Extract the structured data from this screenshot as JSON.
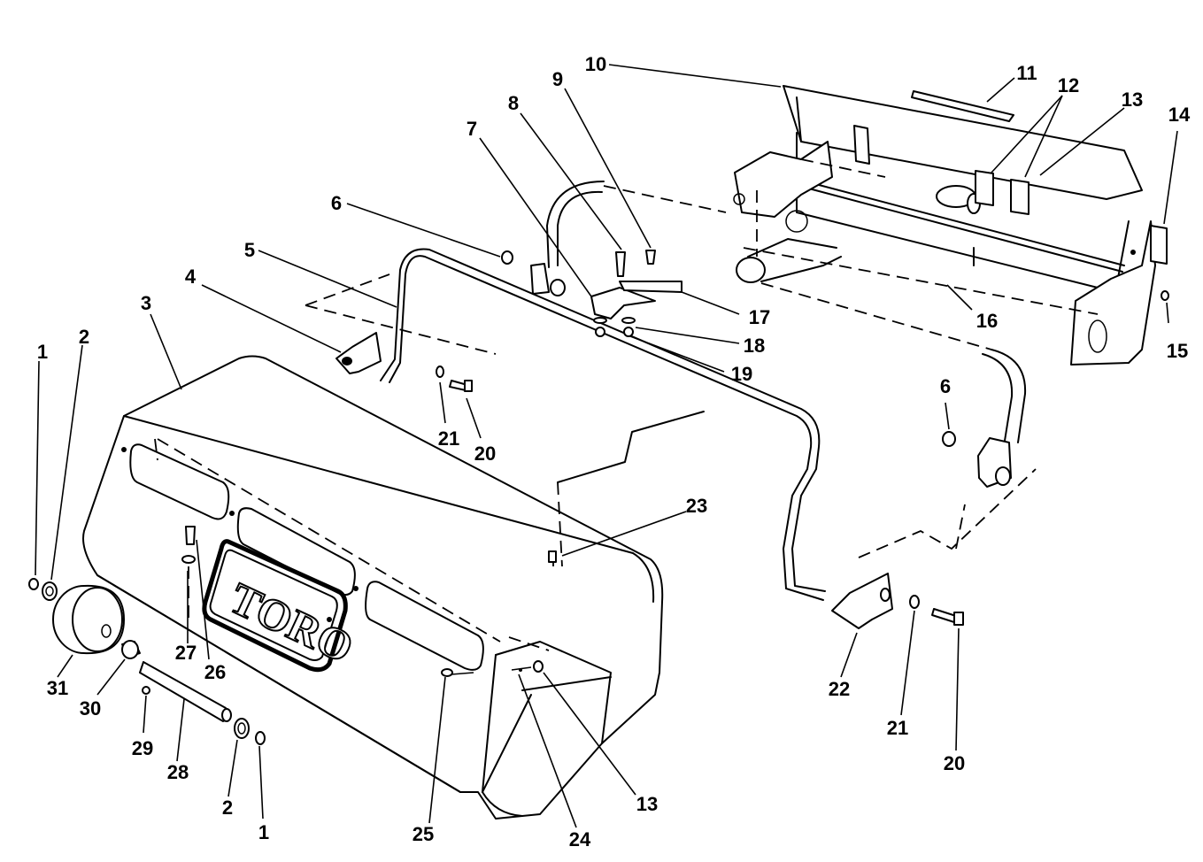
{
  "diagram": {
    "logo_text": "TORO",
    "callouts": [
      {
        "id": "c1a",
        "label": "1"
      },
      {
        "id": "c2a",
        "label": "2"
      },
      {
        "id": "c3",
        "label": "3"
      },
      {
        "id": "c4",
        "label": "4"
      },
      {
        "id": "c5",
        "label": "5"
      },
      {
        "id": "c6a",
        "label": "6"
      },
      {
        "id": "c7",
        "label": "7"
      },
      {
        "id": "c8",
        "label": "8"
      },
      {
        "id": "c9",
        "label": "9"
      },
      {
        "id": "c10",
        "label": "10"
      },
      {
        "id": "c11",
        "label": "11"
      },
      {
        "id": "c12",
        "label": "12"
      },
      {
        "id": "c13a",
        "label": "13"
      },
      {
        "id": "c14",
        "label": "14"
      },
      {
        "id": "c15",
        "label": "15"
      },
      {
        "id": "c16",
        "label": "16"
      },
      {
        "id": "c17",
        "label": "17"
      },
      {
        "id": "c18",
        "label": "18"
      },
      {
        "id": "c19",
        "label": "19"
      },
      {
        "id": "c21a",
        "label": "21"
      },
      {
        "id": "c20a",
        "label": "20"
      },
      {
        "id": "c6b",
        "label": "6"
      },
      {
        "id": "c23",
        "label": "23"
      },
      {
        "id": "c22",
        "label": "22"
      },
      {
        "id": "c21b",
        "label": "21"
      },
      {
        "id": "c20b",
        "label": "20"
      },
      {
        "id": "c27",
        "label": "27"
      },
      {
        "id": "c26",
        "label": "26"
      },
      {
        "id": "c31",
        "label": "31"
      },
      {
        "id": "c30",
        "label": "30"
      },
      {
        "id": "c29",
        "label": "29"
      },
      {
        "id": "c28",
        "label": "28"
      },
      {
        "id": "c2b",
        "label": "2"
      },
      {
        "id": "c1b",
        "label": "1"
      },
      {
        "id": "c25",
        "label": "25"
      },
      {
        "id": "c24",
        "label": "24"
      },
      {
        "id": "c13b",
        "label": "13"
      }
    ]
  }
}
